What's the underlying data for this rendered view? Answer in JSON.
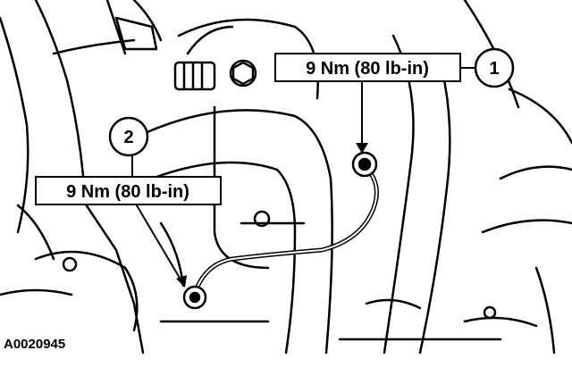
{
  "figure_code": "A0020945",
  "callouts": [
    {
      "number": "1",
      "torque": "9 Nm (80 lb-in)"
    },
    {
      "number": "2",
      "torque": "9 Nm (80 lb-in)"
    }
  ],
  "colors": {
    "ink": "#000000",
    "paper": "#ffffff"
  }
}
